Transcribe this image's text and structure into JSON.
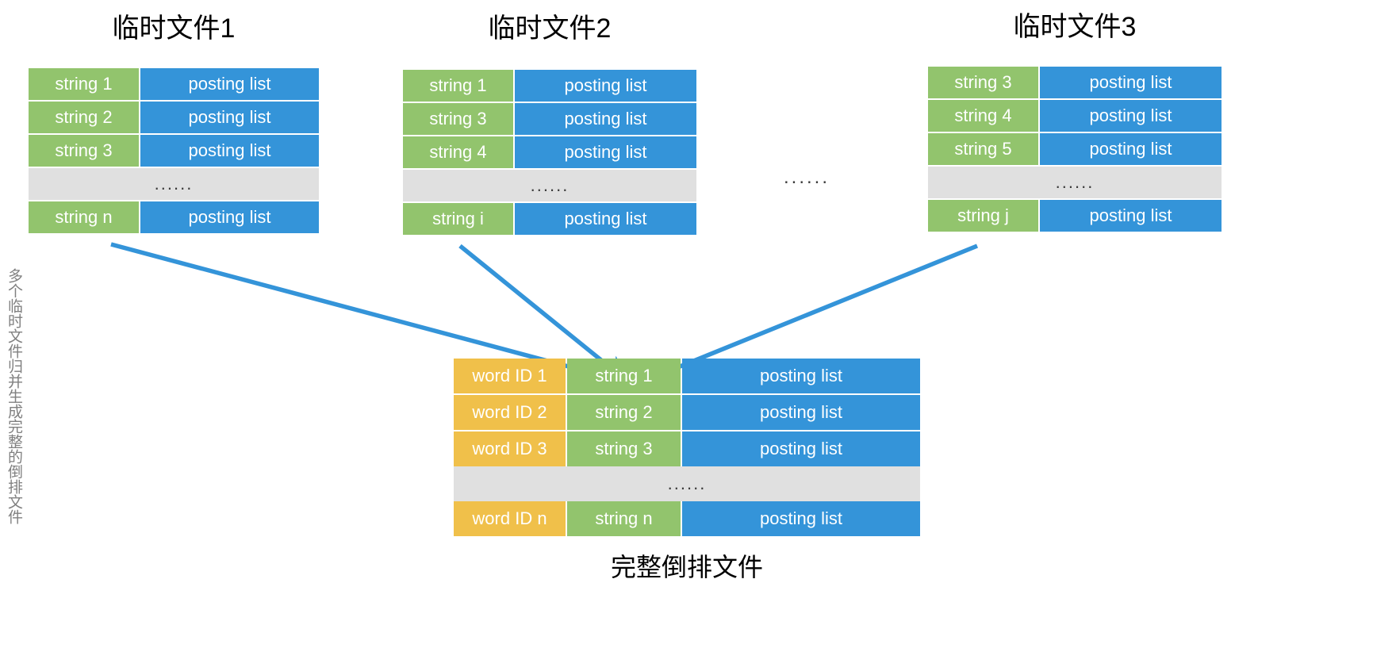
{
  "diagram": {
    "accent_colors": {
      "green": "#92C46D",
      "blue": "#3494D9",
      "yellow": "#F0C04A",
      "grey": "#E0E0E0",
      "arrow": "#3494D9"
    },
    "side_label": "多个临时文件归并生成完整的倒排文件",
    "between_ellipsis": "......",
    "bottom_caption": "完整倒排文件",
    "temp_files": [
      {
        "title": "临时文件1",
        "rows": [
          {
            "type": "data",
            "string": "string 1",
            "posting": "posting list"
          },
          {
            "type": "data",
            "string": "string 2",
            "posting": "posting list"
          },
          {
            "type": "data",
            "string": "string 3",
            "posting": "posting list"
          },
          {
            "type": "ellipsis",
            "text": "......"
          },
          {
            "type": "data",
            "string": "string n",
            "posting": "posting list"
          }
        ]
      },
      {
        "title": "临时文件2",
        "rows": [
          {
            "type": "data",
            "string": "string 1",
            "posting": "posting list"
          },
          {
            "type": "data",
            "string": "string 3",
            "posting": "posting list"
          },
          {
            "type": "data",
            "string": "string 4",
            "posting": "posting list"
          },
          {
            "type": "ellipsis",
            "text": "......"
          },
          {
            "type": "data",
            "string": "string i",
            "posting": "posting list"
          }
        ]
      },
      {
        "title": "临时文件3",
        "rows": [
          {
            "type": "data",
            "string": "string 3",
            "posting": "posting list"
          },
          {
            "type": "data",
            "string": "string 4",
            "posting": "posting list"
          },
          {
            "type": "data",
            "string": "string 5",
            "posting": "posting list"
          },
          {
            "type": "ellipsis",
            "text": "......"
          },
          {
            "type": "data",
            "string": "string j",
            "posting": "posting list"
          }
        ]
      }
    ],
    "merged_file": {
      "rows": [
        {
          "type": "data",
          "word_id": "word ID 1",
          "string": "string 1",
          "posting": "posting list"
        },
        {
          "type": "data",
          "word_id": "word ID 2",
          "string": "string 2",
          "posting": "posting list"
        },
        {
          "type": "data",
          "word_id": "word ID 3",
          "string": "string 3",
          "posting": "posting list"
        },
        {
          "type": "ellipsis",
          "text": "......"
        },
        {
          "type": "data",
          "word_id": "word ID n",
          "string": "string n",
          "posting": "posting list"
        }
      ]
    }
  }
}
